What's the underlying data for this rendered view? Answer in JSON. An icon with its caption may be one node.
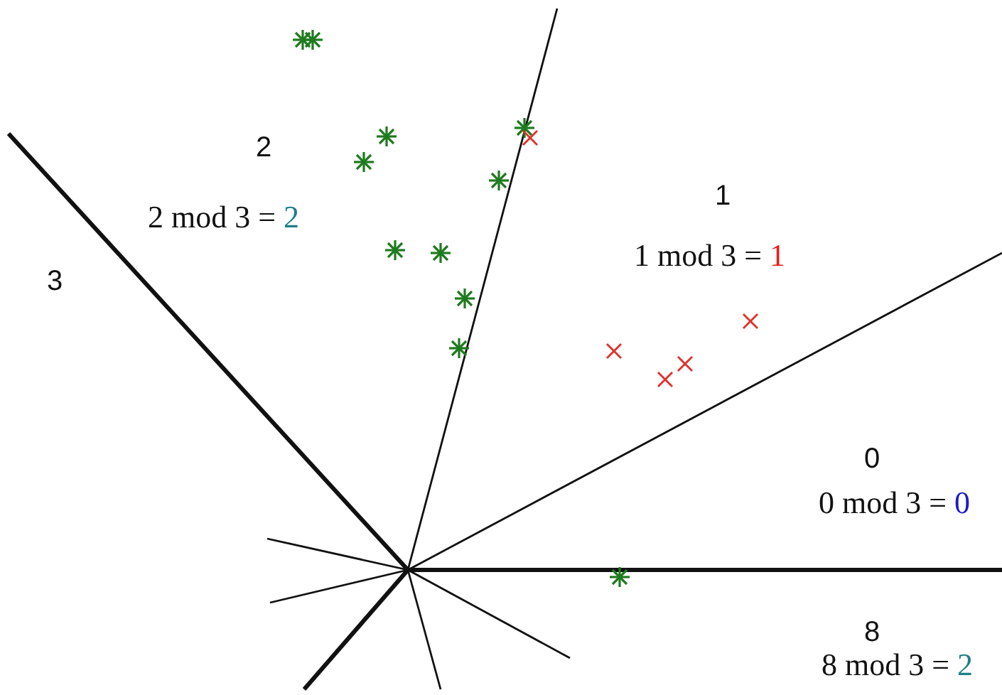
{
  "diagram": {
    "labels": [
      "2",
      "2 mod 3 = 2",
      "3",
      "1",
      "1 mod 3 = 1",
      "0",
      "0 mod 3 = 0",
      "8",
      "8 mod 3 = 2"
    ]
  }
}
